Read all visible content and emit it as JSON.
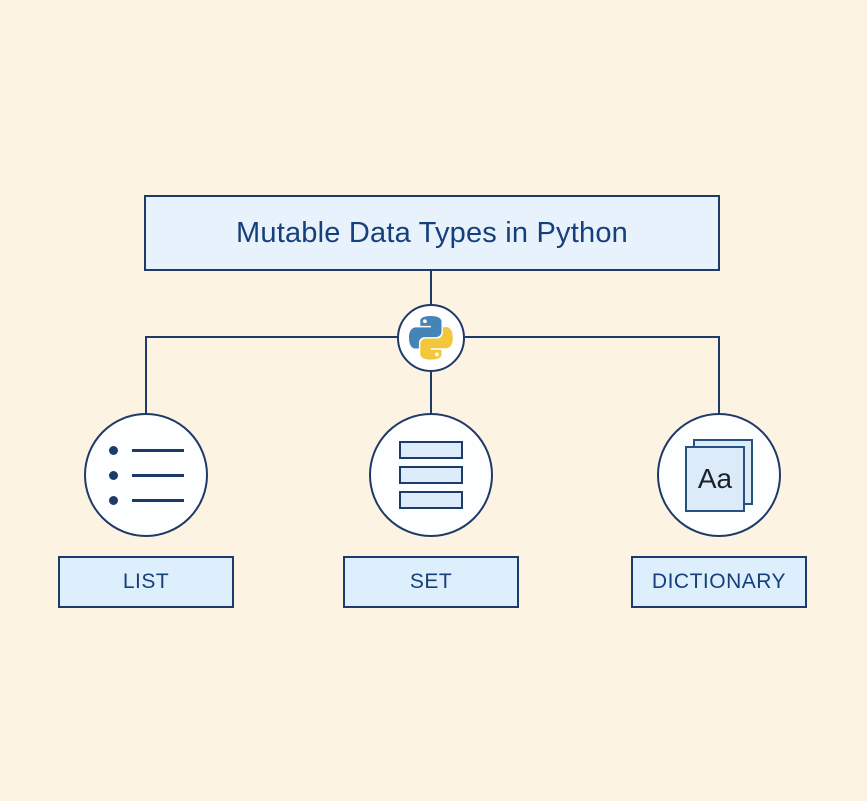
{
  "diagram": {
    "title": "Mutable Data Types in Python",
    "hub_icon": "python-logo",
    "nodes": [
      {
        "id": "list",
        "label": "LIST",
        "icon": "list-icon"
      },
      {
        "id": "set",
        "label": "SET",
        "icon": "set-icon"
      },
      {
        "id": "dictionary",
        "label": "DICTIONARY",
        "icon": "document-icon",
        "icon_text": "Aa"
      }
    ]
  },
  "colors": {
    "background": "#fdf3e2",
    "line_and_border": "#1e3a68",
    "title_box_fill": "#e7f2fd",
    "label_box_fill": "#ddeefc",
    "circle_fill": "#fdfeff",
    "icon_fill": "#dcecfa",
    "text_navy": "#16407a",
    "icon_text_dark": "#1c2128",
    "python_blue": "#4584b6",
    "python_yellow": "#f3c73c"
  }
}
